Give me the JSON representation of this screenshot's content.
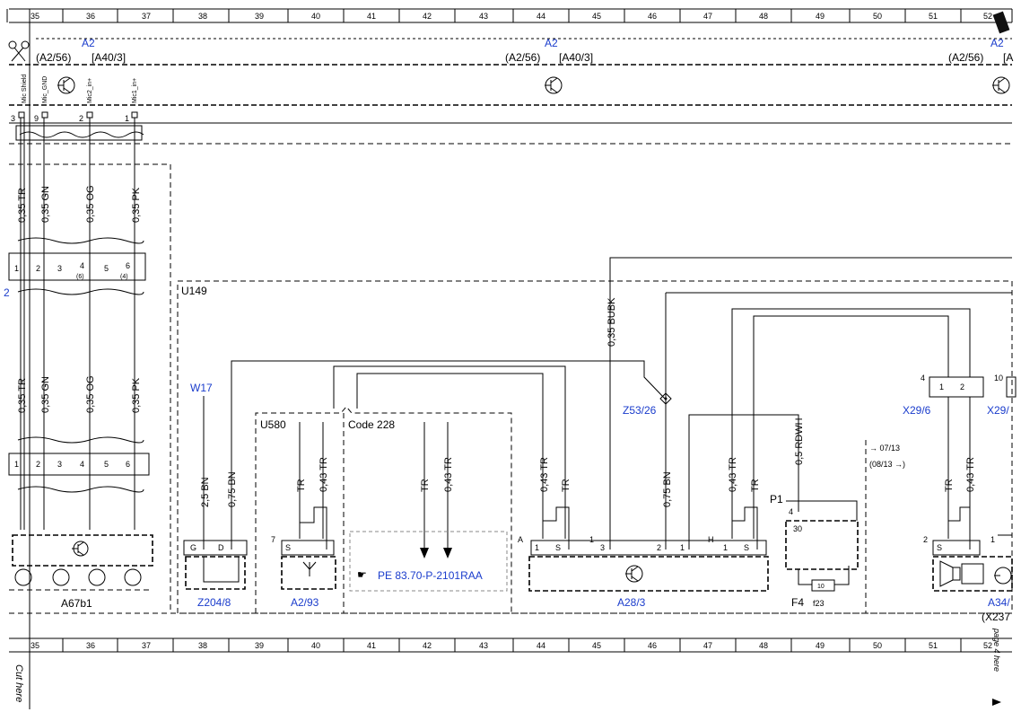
{
  "grid": {
    "columns": [
      "35",
      "36",
      "37",
      "38",
      "39",
      "40",
      "41",
      "42",
      "43",
      "44",
      "45",
      "46",
      "47",
      "48",
      "49",
      "50",
      "51",
      "52"
    ]
  },
  "margin_text": {
    "cut_here": "Cut here",
    "page_here": "page 4 here"
  },
  "top_modules": [
    {
      "code": "A2",
      "sub1": "(A2/56)",
      "sub2": "[A40/3]"
    },
    {
      "code": "A2",
      "sub1": "(A2/56)",
      "sub2": "[A40/3]"
    },
    {
      "code": "A2",
      "sub1": "(A2/56)",
      "sub2": "[A"
    }
  ],
  "mic_pins": [
    {
      "num": "3",
      "label": "Mic Shield"
    },
    {
      "num": "9",
      "label": "Mic_GND"
    },
    {
      "num": "2",
      "label": "Mic2_in+"
    },
    {
      "num": "1",
      "label": "Mic1_in+"
    }
  ],
  "wires_top": [
    "0,35 TR",
    "0,35 GN",
    "0,35 OG",
    "0,35 PK"
  ],
  "wires_mid": [
    "0,35 TR",
    "0,35 GN",
    "0,35 OG",
    "0,35 PK"
  ],
  "connector_a": {
    "pins": [
      "1",
      "2",
      "3",
      "4",
      "5",
      "6"
    ],
    "alt": [
      "(6)",
      "(4)"
    ]
  },
  "connector_b": {
    "pins": [
      "1",
      "2",
      "3",
      "4",
      "5",
      "6"
    ]
  },
  "left_edge_label": "2",
  "region_label": "U149",
  "components": {
    "w17": "W17",
    "z204": "Z204/8",
    "a2_93": "A2/93",
    "a28_3": "A28/3",
    "a67b1": "A67b1",
    "z53_26": "Z53/26",
    "x29_6": "X29/6",
    "x29_b": "X29/",
    "a34": "A34/",
    "x237": "(X237",
    "f4": "F4",
    "f23": "f23",
    "p1": "P1",
    "fuse_value": "10"
  },
  "u580": "U580",
  "code228": "Code 228",
  "pe_ref": "PE 83.70-P-2101RAA",
  "wire_labels": {
    "bn25": "2,5 BN",
    "bn075a": "0,75 BN",
    "tr_u580": "TR",
    "tr043_u580": "0,43 TR",
    "tr_code": "TR",
    "tr043_code": "0,43 TR",
    "tr043_a28": "0,43 TR",
    "tr_a28": "TR",
    "bubk": "0,35 BUBK",
    "bn075b": "0,75 BN",
    "tr043_h": "0,43 TR",
    "tr_h": "TR",
    "rdwh": "0,5 RDWH",
    "tr_x29": "TR",
    "tr043_x29": "0,43 TR"
  },
  "pin_labels": {
    "z204_g": "G",
    "z204_d": "D",
    "a293_s": "S",
    "a293_num": "7",
    "a28_a": "A",
    "a28_1": "1",
    "a28_s": "S",
    "a28_1b": "1",
    "a28_3": "3",
    "a28_2": "2",
    "a28_1c": "1",
    "a28_h": "H",
    "a28_1d": "1",
    "a28_s2": "S",
    "p1_4": "4",
    "p1_30": "30",
    "x29_4": "4",
    "x29_1": "1",
    "x29_2": "2",
    "x29_10": "10",
    "a34_2": "2",
    "a34_s": "S",
    "a34_1": "1"
  },
  "date_notes": {
    "a": "→ 07/13",
    "b": "(08/13 →)"
  }
}
